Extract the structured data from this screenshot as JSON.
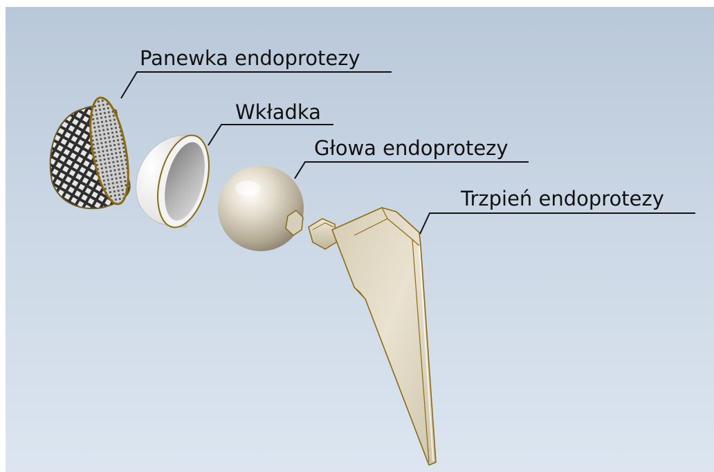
{
  "labels": {
    "acetabular_cup": "Panewka endoprotezy",
    "liner": "Wkładka",
    "femoral_head": "Głowa endoprotezy",
    "stem": "Trzpień endoprotezy"
  },
  "colors": {
    "background_top": "#b9c8d9",
    "background_bottom": "#dce5f0",
    "leader_line": "#111111",
    "metal_outline": "#8a6a10",
    "stem_fill": "#e8e0cc",
    "liner_fill": "#f1f1f1"
  }
}
